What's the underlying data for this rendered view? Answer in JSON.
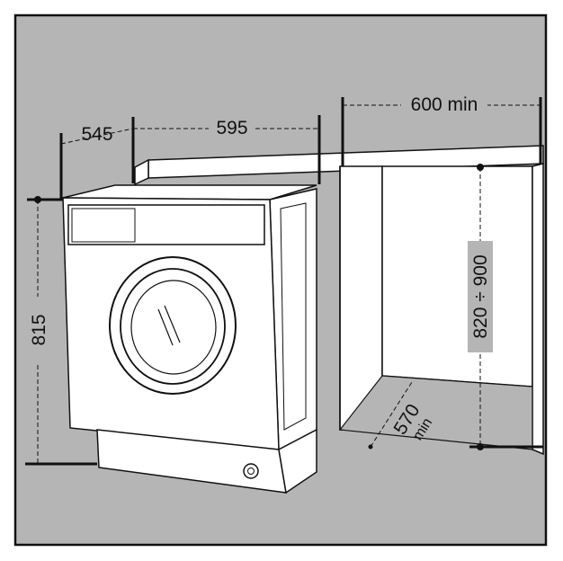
{
  "dimensions": {
    "depth": "545",
    "width": "595",
    "niche_width": "600 min",
    "height": "815",
    "niche_height": "820 ÷ 900",
    "niche_depth_value": "570",
    "niche_depth_unit": "min"
  },
  "colors": {
    "background": "#b5b5b5",
    "panel": "#ffffff",
    "line": "#111111"
  }
}
